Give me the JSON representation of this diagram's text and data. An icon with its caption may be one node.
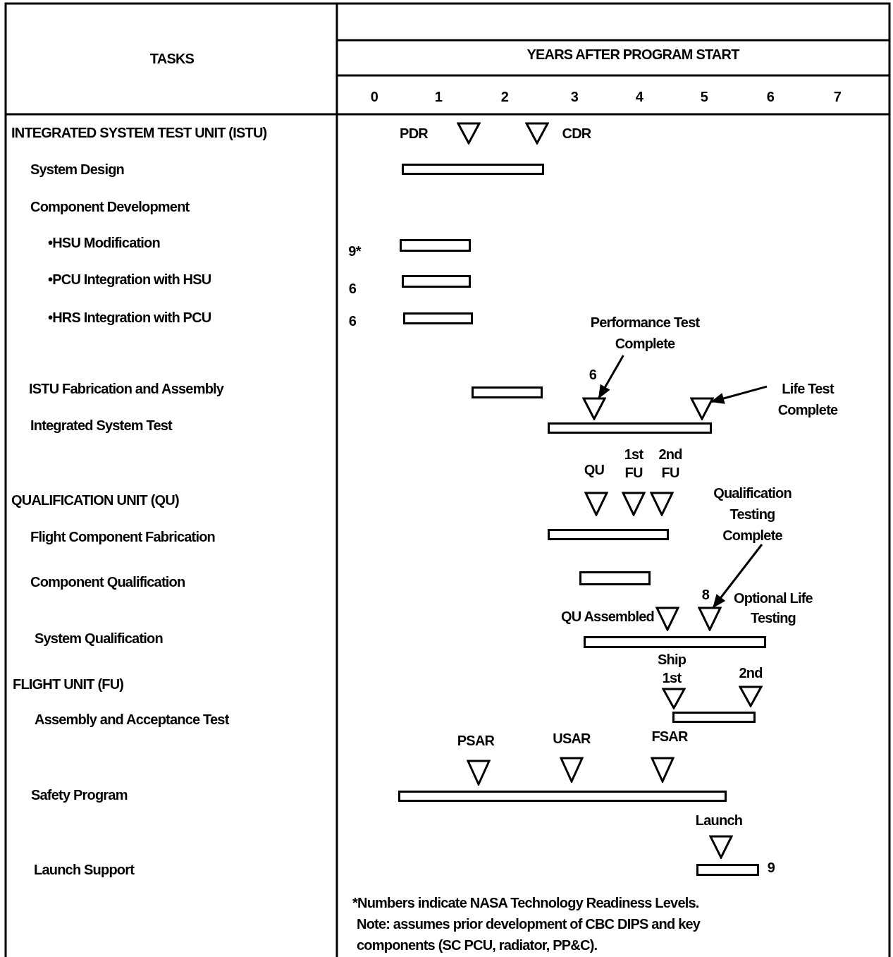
{
  "diagram": {
    "nodes": [
      {
        "text": [],
        "shape": "triangle",
        "beside": [
          "PDR"
        ]
      },
      {
        "text": [],
        "shape": "triangle",
        "beside": [
          "CDR"
        ]
      },
      {
        "text": [],
        "shape": "bar"
      },
      {
        "text": [],
        "shape": "bar",
        "beside": [
          "9*"
        ]
      },
      {
        "text": [],
        "shape": "bar",
        "beside": [
          "6"
        ]
      },
      {
        "text": [],
        "shape": "bar",
        "beside": [
          "6"
        ]
      },
      {
        "text": [
          "Performance Test Complete"
        ]
      },
      {
        "text": [],
        "shape": "bar"
      },
      {
        "text": [
          "Life Test Complete"
        ]
      },
      {
        "text": [],
        "shape": "triangle",
        "beside": [
          "6"
        ]
      },
      {
        "text": [],
        "shape": "triangle"
      },
      {
        "text": [],
        "shape": "bar"
      },
      {
        "text": [],
        "shape": "triangle",
        "beside": [
          "QU"
        ]
      },
      {
        "text": [],
        "shape": "triangle",
        "beside": [
          "1st FU"
        ]
      },
      {
        "text": [],
        "shape": "triangle",
        "beside": [
          "2nd FU"
        ]
      },
      {
        "text": [
          "Qualification Testing Complete"
        ]
      },
      {
        "text": [],
        "shape": "bar"
      },
      {
        "text": [],
        "shape": "bar"
      },
      {
        "text": [],
        "shape": "triangle",
        "beside": [
          "QU Assembled"
        ]
      },
      {
        "text": [],
        "shape": "triangle",
        "beside": [
          "8",
          "Optional Life Testing"
        ]
      },
      {
        "text": [],
        "shape": "bar"
      },
      {
        "text": [],
        "shape": "triangle",
        "beside": [
          "Ship 1st"
        ]
      },
      {
        "text": [],
        "shape": "triangle",
        "beside": [
          "2nd"
        ]
      },
      {
        "text": [],
        "shape": "bar"
      },
      {
        "text": [],
        "shape": "triangle",
        "beside": [
          "PSAR"
        ]
      },
      {
        "text": [],
        "shape": "triangle",
        "beside": [
          "USAR"
        ]
      },
      {
        "text": [],
        "shape": "triangle",
        "beside": [
          "FSAR"
        ]
      },
      {
        "text": [],
        "shape": "bar"
      },
      {
        "text": [],
        "shape": "triangle",
        "beside": [
          "Launch"
        ]
      },
      {
        "text": [],
        "shape": "bar",
        "beside": [
          "9"
        ]
      }
    ],
    "edges": [
      {
        "from": 6,
        "to": 9,
        "arrow": "to"
      },
      {
        "from": 8,
        "to": 10,
        "arrow": "to"
      },
      {
        "from": 15,
        "to": 19,
        "arrow": "to"
      }
    ],
    "labels": [
      "TASKS",
      "YEARS AFTER PROGRAM START",
      "0",
      "1",
      "2",
      "3",
      "4",
      "5",
      "6",
      "7",
      "INTEGRATED SYSTEM TEST UNIT (ISTU)",
      "System Design",
      "Component Development",
      "•HSU Modification",
      "•PCU Integration with HSU",
      "•HRS Integration with PCU",
      "ISTU Fabrication and Assembly",
      "Integrated System Test",
      "QUALIFICATION UNIT (QU)",
      "Flight Component Fabrication",
      "Component Qualification",
      "System Qualification",
      "FLIGHT UNIT (FU)",
      "Assembly and Acceptance Test",
      "Safety Program",
      "Launch Support",
      "*Numbers indicate NASA Technology Readiness Levels.",
      "Note: assumes prior development of CBC DIPS and key components (SC PCU, radiator, PP&C)."
    ]
  }
}
